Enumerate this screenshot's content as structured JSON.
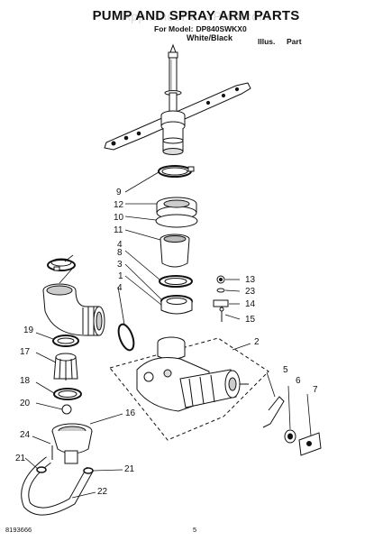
{
  "header": {
    "watermark": "AppliancePartsPros.com",
    "title": "PUMP AND SPRAY ARM PARTS",
    "model_prefix": "For Model:",
    "model_number": "DP840SWKX0",
    "variant": "White/Black",
    "col_illus": "Illus.",
    "col_part": "Part"
  },
  "callouts": {
    "c9": "9",
    "c12": "12",
    "c10": "10",
    "c11": "11",
    "c4a": "4",
    "c8": "8",
    "c3": "3",
    "c1": "1",
    "c4b": "4",
    "c13": "13",
    "c23": "23",
    "c14": "14",
    "c15": "15",
    "c2": "2",
    "c5": "5",
    "c6": "6",
    "c7": "7",
    "c19": "19",
    "c17": "17",
    "c18": "18",
    "c20": "20",
    "c16": "16",
    "c24": "24",
    "c21a": "21",
    "c21b": "21",
    "c22": "22"
  },
  "footer": {
    "doc_number": "8193666",
    "page_number": "5"
  },
  "colors": {
    "ink": "#111111",
    "part_fill": "#ffffff",
    "shade": "#cfcfcf"
  }
}
